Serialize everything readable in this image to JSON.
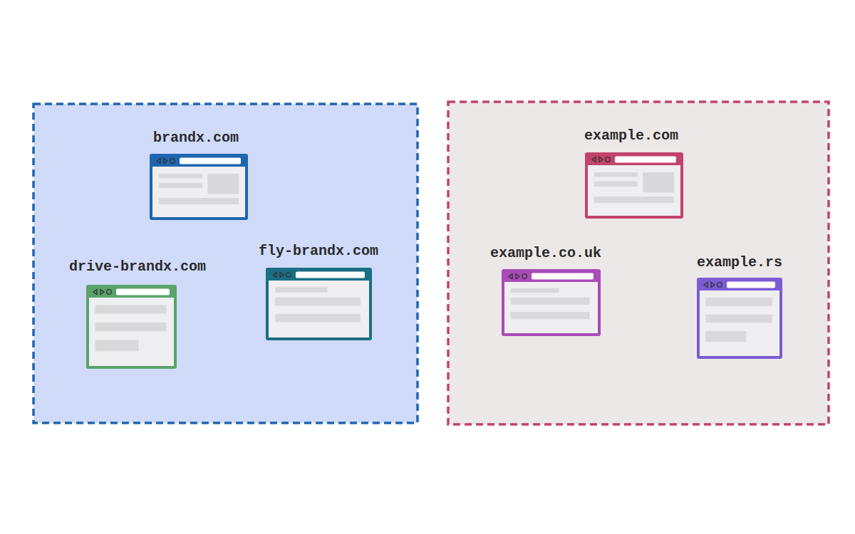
{
  "diagram": {
    "nodes": [
      {
        "text": [
          "brandx.com"
        ]
      },
      {
        "text": [
          "drive-brandx.com"
        ]
      },
      {
        "text": [
          "fly-brandx.com"
        ]
      },
      {
        "text": [
          "example.com"
        ]
      },
      {
        "text": [
          "example.co.uk"
        ]
      },
      {
        "text": [
          "example.rs"
        ]
      }
    ]
  }
}
